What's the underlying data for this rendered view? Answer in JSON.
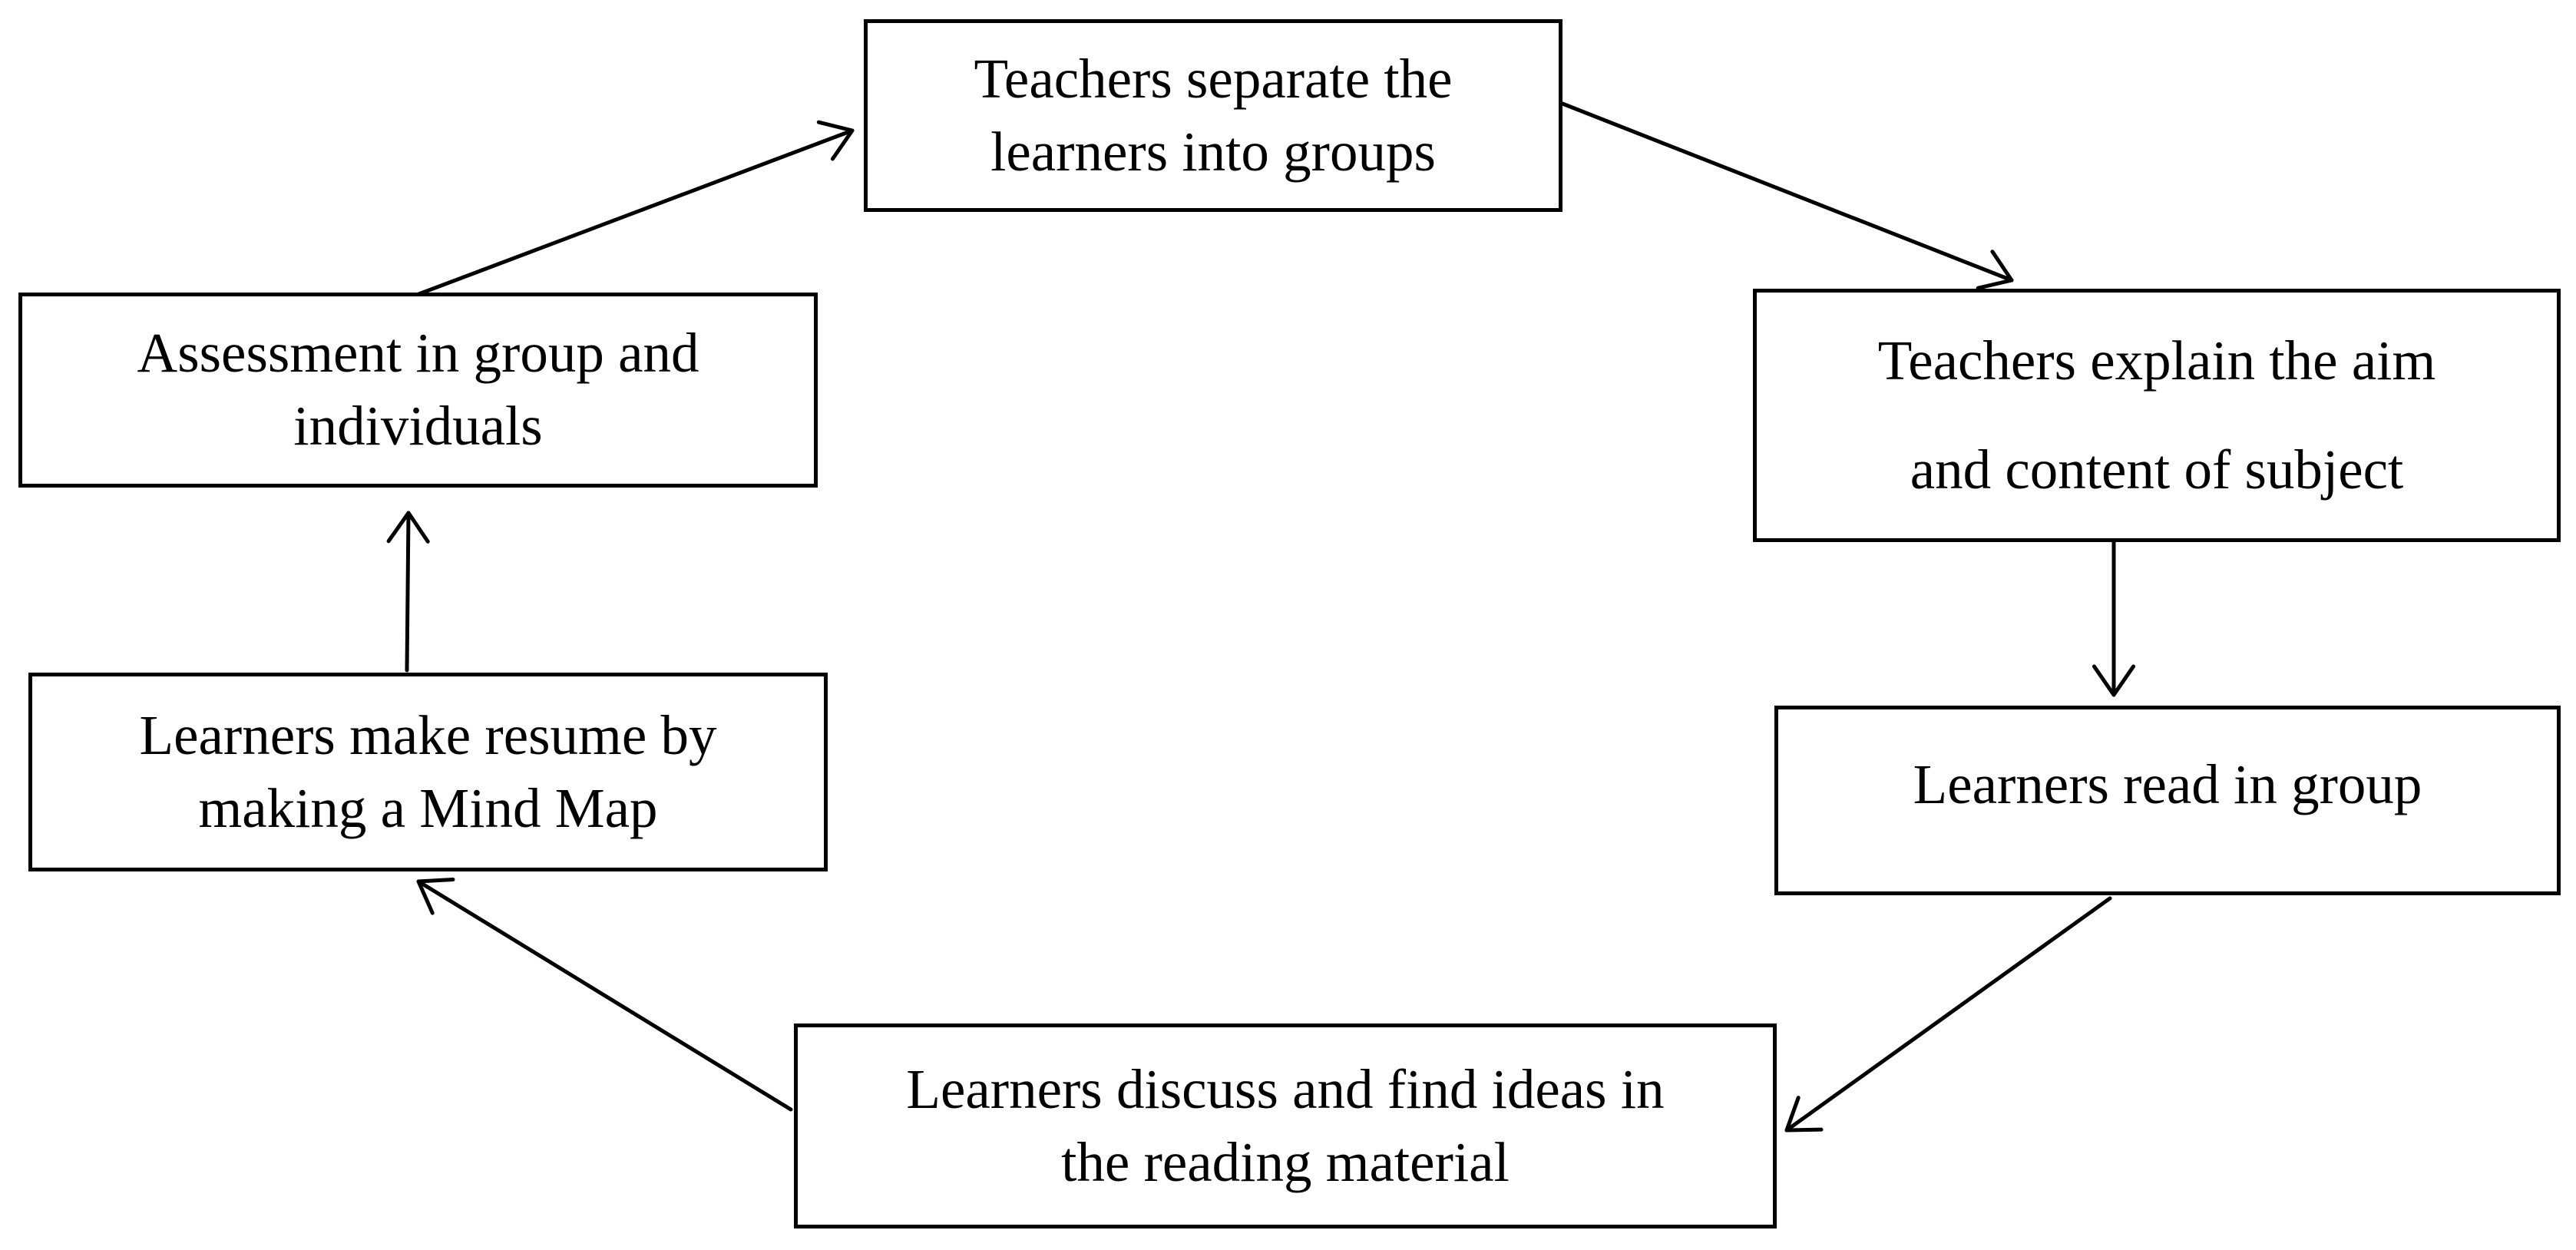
{
  "steps": [
    {
      "id": "teachers-separate",
      "lines": [
        "Teachers separate the",
        "learners into groups"
      ]
    },
    {
      "id": "teachers-explain",
      "lines": [
        "Teachers explain the aim",
        "and content of subject"
      ]
    },
    {
      "id": "learners-read",
      "lines": [
        "Learners read in group"
      ]
    },
    {
      "id": "learners-discuss",
      "lines": [
        "Learners discuss and find ideas in",
        "the reading material"
      ]
    },
    {
      "id": "learners-mindmap",
      "lines": [
        "Learners make resume by",
        "making a Mind Map"
      ]
    },
    {
      "id": "assessment",
      "lines": [
        "Assessment in group and",
        "individuals"
      ]
    }
  ],
  "arrows": [
    {
      "from": "assessment",
      "to": "teachers-separate"
    },
    {
      "from": "teachers-separate",
      "to": "teachers-explain"
    },
    {
      "from": "teachers-explain",
      "to": "learners-read"
    },
    {
      "from": "learners-read",
      "to": "learners-discuss"
    },
    {
      "from": "learners-discuss",
      "to": "learners-mindmap"
    },
    {
      "from": "learners-mindmap",
      "to": "assessment"
    }
  ],
  "colors": {
    "stroke": "#000000",
    "background": "#ffffff"
  }
}
